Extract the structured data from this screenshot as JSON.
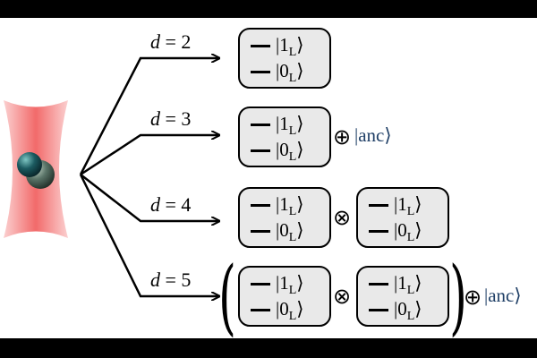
{
  "rows": [
    {
      "d_var": "d",
      "d_eq": "= 2",
      "kets": [
        {
          "one": "|1",
          "zero": "|0",
          "sub": "L"
        }
      ]
    },
    {
      "d_var": "d",
      "d_eq": "= 3",
      "kets": [
        {
          "one": "|1",
          "zero": "|0",
          "sub": "L"
        }
      ],
      "ancilla": "|anc⟩"
    },
    {
      "d_var": "d",
      "d_eq": "= 4",
      "kets": [
        {
          "one": "|1",
          "zero": "|0",
          "sub": "L"
        },
        {
          "one": "|1",
          "zero": "|0",
          "sub": "L"
        }
      ]
    },
    {
      "d_var": "d",
      "d_eq": "= 5",
      "kets": [
        {
          "one": "|1",
          "zero": "|0",
          "sub": "L"
        },
        {
          "one": "|1",
          "zero": "|0",
          "sub": "L"
        }
      ],
      "ancilla": "|anc⟩"
    }
  ],
  "symbols": {
    "direct_sum": "⊕",
    "tensor": "⊗",
    "ket_close": "⟩"
  },
  "colors": {
    "trap": "#f26a6a",
    "atom_dark": "#143a40",
    "atom_light": "#6e8a80",
    "ancilla": "#1f3f66",
    "box_fill": "#e9e9e9"
  }
}
